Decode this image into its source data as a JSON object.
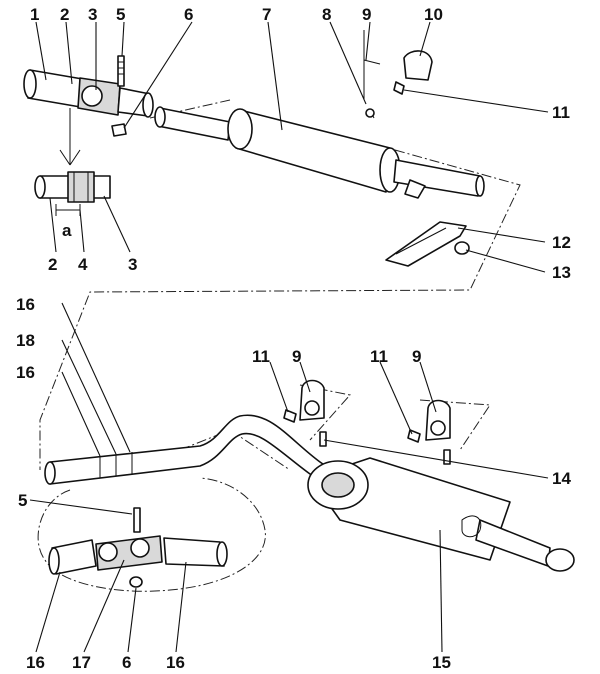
{
  "diagram": {
    "callouts": [
      {
        "id": "c1",
        "text": "1"
      },
      {
        "id": "c2a",
        "text": "2"
      },
      {
        "id": "c3a",
        "text": "3"
      },
      {
        "id": "c5a",
        "text": "5"
      },
      {
        "id": "c6a",
        "text": "6"
      },
      {
        "id": "c7",
        "text": "7"
      },
      {
        "id": "c8",
        "text": "8"
      },
      {
        "id": "c9a",
        "text": "9"
      },
      {
        "id": "c10",
        "text": "10"
      },
      {
        "id": "c11a",
        "text": "11"
      },
      {
        "id": "c2b",
        "text": "2"
      },
      {
        "id": "ca",
        "text": "a"
      },
      {
        "id": "c4",
        "text": "4"
      },
      {
        "id": "c3b",
        "text": "3"
      },
      {
        "id": "c12",
        "text": "12"
      },
      {
        "id": "c13",
        "text": "13"
      },
      {
        "id": "c16a",
        "text": "16"
      },
      {
        "id": "c18",
        "text": "18"
      },
      {
        "id": "c16b",
        "text": "16"
      },
      {
        "id": "c11b",
        "text": "11"
      },
      {
        "id": "c9b",
        "text": "9"
      },
      {
        "id": "c11c",
        "text": "11"
      },
      {
        "id": "c9c",
        "text": "9"
      },
      {
        "id": "c14",
        "text": "14"
      },
      {
        "id": "c5b",
        "text": "5"
      },
      {
        "id": "c16c",
        "text": "16"
      },
      {
        "id": "c17",
        "text": "17"
      },
      {
        "id": "c6b",
        "text": "6"
      },
      {
        "id": "c16d",
        "text": "16"
      },
      {
        "id": "c15",
        "text": "15"
      }
    ]
  }
}
